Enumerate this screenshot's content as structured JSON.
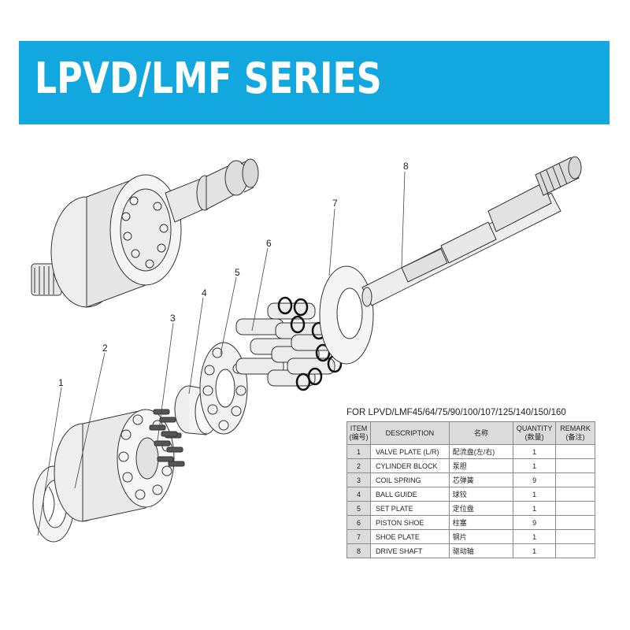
{
  "header": {
    "title": "LPVD/LMF SERIES"
  },
  "diagram": {
    "callouts": [
      "1",
      "2",
      "3",
      "4",
      "5",
      "6",
      "7",
      "8"
    ]
  },
  "table": {
    "caption": "FOR LPVD/LMF45/64/75/90/100/107/125/140/150/160",
    "columns": [
      {
        "line1": "ITEM",
        "line2": "(编号)"
      },
      {
        "line1": "DESCRIPTION",
        "line2": ""
      },
      {
        "line1": "名称",
        "line2": ""
      },
      {
        "line1": "QUANTITY",
        "line2": "(数量)"
      },
      {
        "line1": "REMARK",
        "line2": "(备注)"
      }
    ],
    "rows": [
      {
        "item": "1",
        "description": "VALVE PLATE (L/R)",
        "name_cn": "配流盘(左/右)",
        "quantity": "1",
        "remark": ""
      },
      {
        "item": "2",
        "description": "CYLINDER BLOCK",
        "name_cn": "泵胆",
        "quantity": "1",
        "remark": ""
      },
      {
        "item": "3",
        "description": "COIL SPRING",
        "name_cn": "芯弹簧",
        "quantity": "9",
        "remark": ""
      },
      {
        "item": "4",
        "description": "BALL GUIDE",
        "name_cn": "球铰",
        "quantity": "1",
        "remark": ""
      },
      {
        "item": "5",
        "description": "SET PLATE",
        "name_cn": "定位盘",
        "quantity": "1",
        "remark": ""
      },
      {
        "item": "6",
        "description": "PISTON SHOE",
        "name_cn": "柱塞",
        "quantity": "9",
        "remark": ""
      },
      {
        "item": "7",
        "description": "SHOE PLATE",
        "name_cn": "钢片",
        "quantity": "1",
        "remark": ""
      },
      {
        "item": "8",
        "description": "DRIVE SHAFT",
        "name_cn": "驱动轴",
        "quantity": "1",
        "remark": ""
      }
    ]
  }
}
